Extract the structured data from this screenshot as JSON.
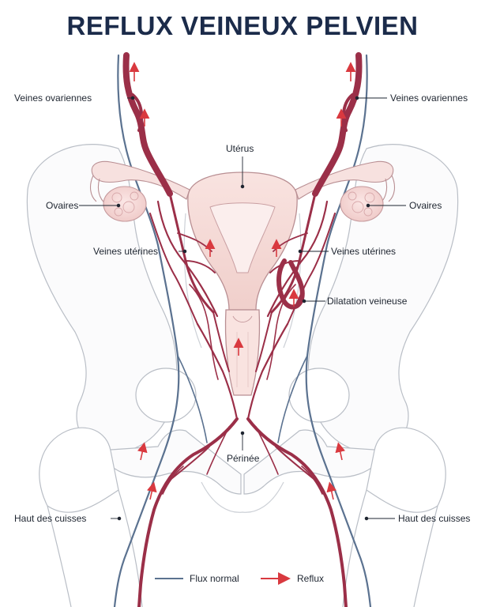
{
  "title": "REFLUX VEINEUX PELVIEN",
  "labels": {
    "veines_ovariennes_left": "Veines ovariennes",
    "veines_ovariennes_right": "Veines ovariennes",
    "uterus": "Utérus",
    "ovaires_left": "Ovaires",
    "ovaires_right": "Ovaires",
    "veines_uterines_left": "Veines utérines",
    "veines_uterines_right": "Veines utérines",
    "dilatation": "Dilatation veineuse",
    "perinee": "Périnée",
    "haut_cuisses_left": "Haut des cuisses",
    "haut_cuisses_right": "Haut des cuisses"
  },
  "legend": {
    "normal": "Flux normal",
    "reflux": "Reflux"
  },
  "colors": {
    "title": "#1b2b4a",
    "vein_reflux": "#9b2f48",
    "vein_normal": "#5b7290",
    "arrow": "#d9393f",
    "bone_stroke": "#b9bec6",
    "uterus_fill": "#f6dcd9"
  }
}
